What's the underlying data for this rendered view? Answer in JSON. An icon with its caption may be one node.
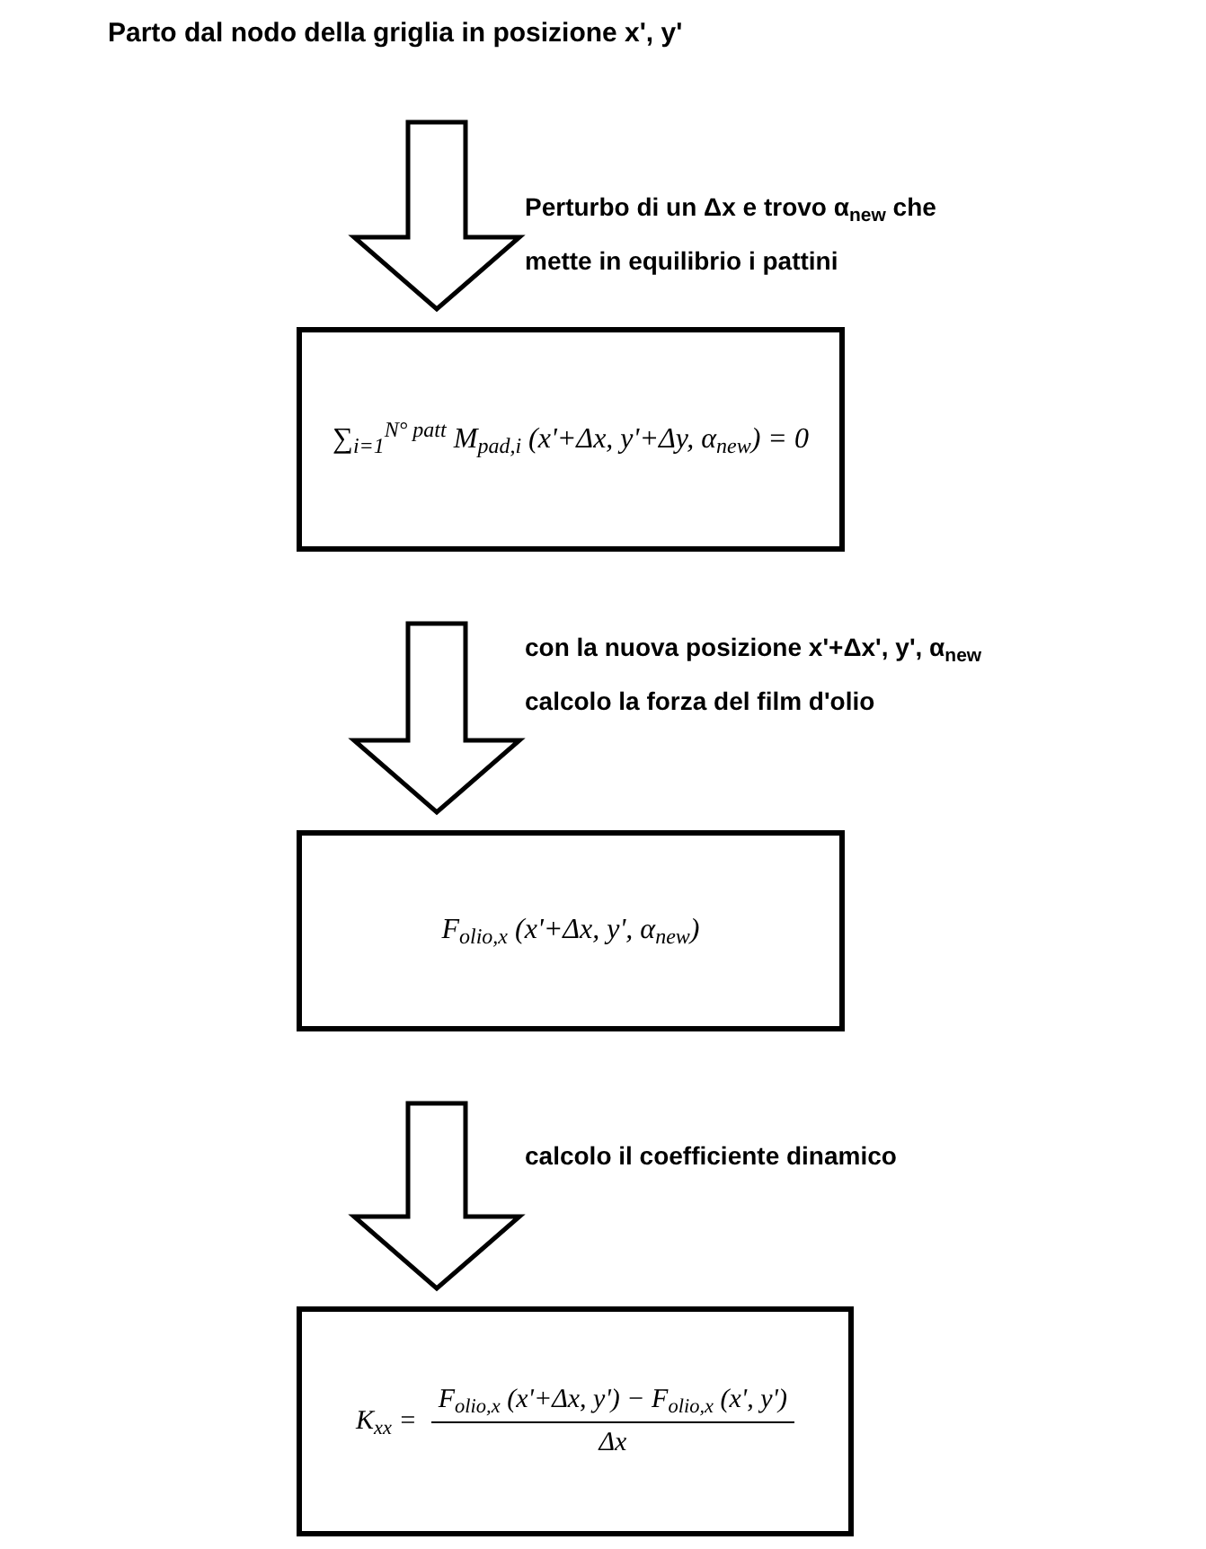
{
  "diagram": {
    "nodes": [
      {
        "text": [
          "Parto dal nodo della griglia in posizione x', y'"
        ]
      },
      {
        "text": [
          "∑$_{i=1}$$^{N° patt}$ M$_{pad,i}$ (x'+Δx, y'+Δy, α$_{new}$) = 0"
        ]
      },
      {
        "text": [
          "F$_{olio,x}$ (x'+Δx, y', α$_{new}$)"
        ]
      },
      {
        "text": [
          "K$_{xx}$ =",
          "F$_{olio,x}$ (x'+Δx, y') − F$_{olio,x}$ (x', y')",
          "Δx"
        ]
      }
    ],
    "edges": [
      {
        "from": 0,
        "to": 1,
        "arrow": "to",
        "label": "Perturbo di un Δx e trovo α$_{new}$ che mette in equilibrio i pattini"
      },
      {
        "from": 1,
        "to": 2,
        "arrow": "to",
        "label": "con la nuova posizione x'+Δx', y', α$_{new}$ calcolo la forza del film d'olio"
      },
      {
        "from": 2,
        "to": 3,
        "arrow": "to",
        "label": "calcolo il coefficiente dinamico"
      }
    ]
  }
}
